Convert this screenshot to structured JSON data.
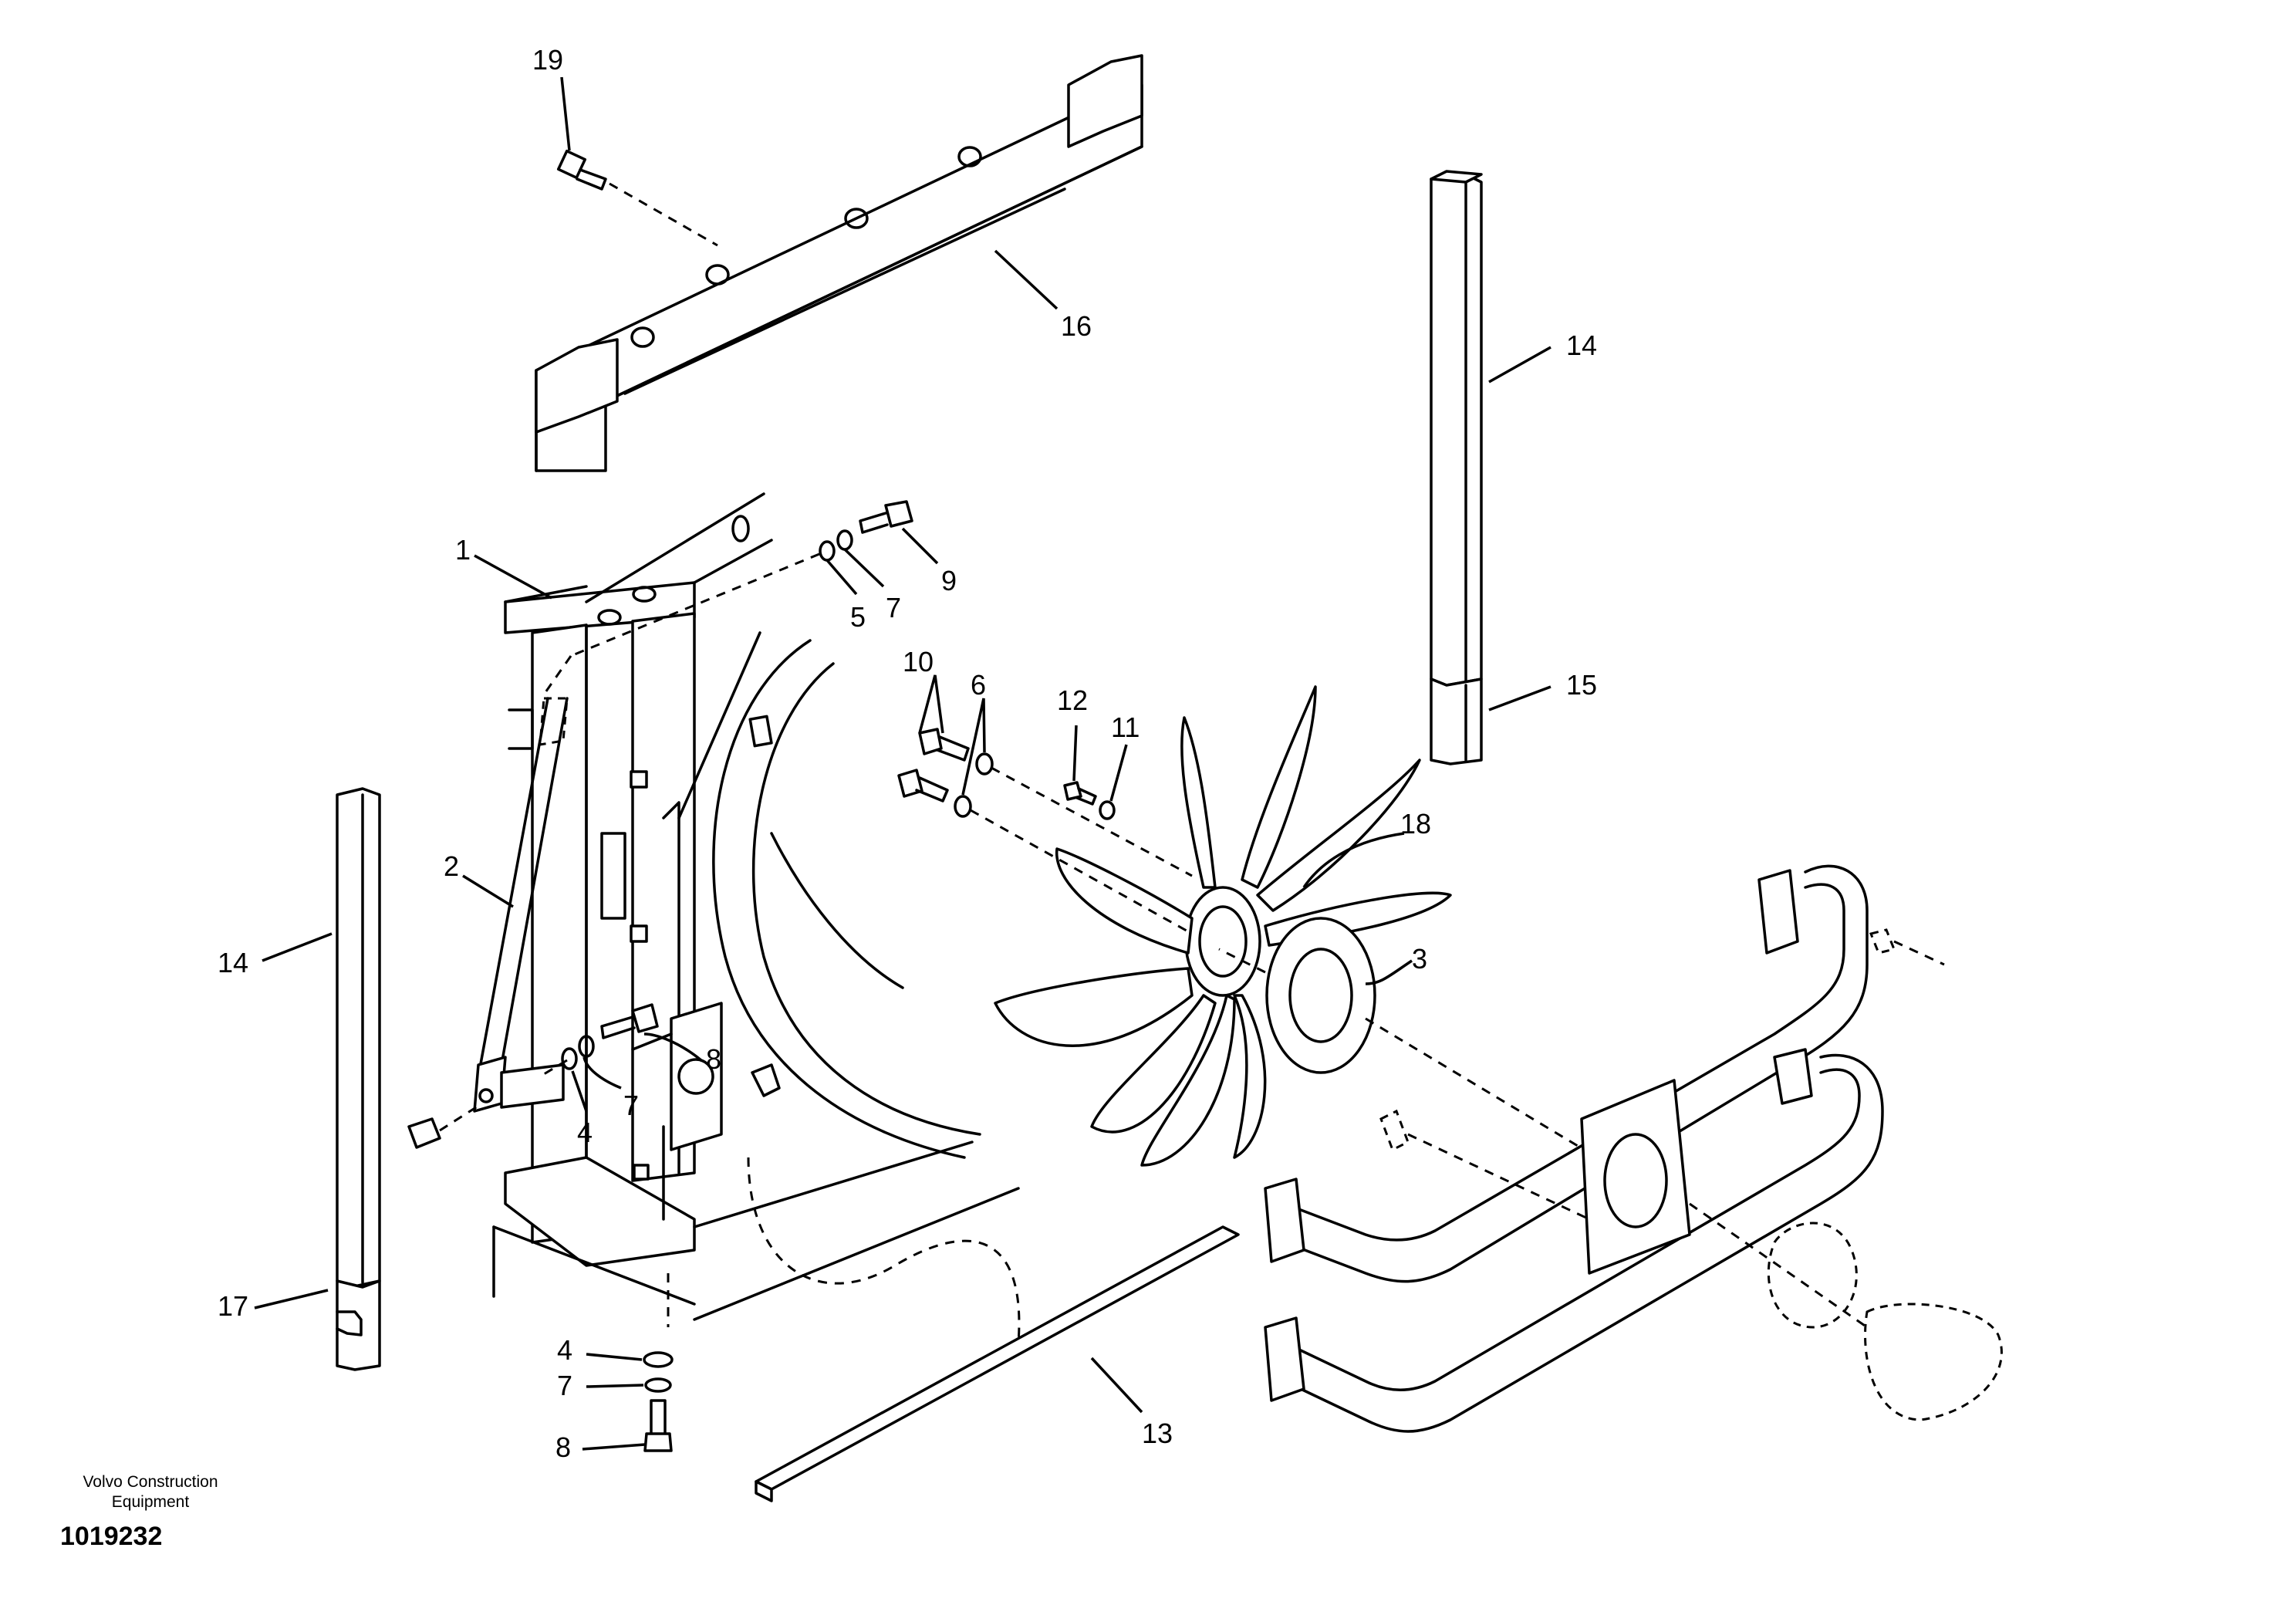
{
  "brand": {
    "line1": "Volvo Construction",
    "line2": "Equipment"
  },
  "drawing_number": "1019232",
  "callouts": [
    {
      "id": "c19",
      "label": "19"
    },
    {
      "id": "c16",
      "label": "16"
    },
    {
      "id": "c14a",
      "label": "14"
    },
    {
      "id": "c15",
      "label": "15"
    },
    {
      "id": "c1",
      "label": "1"
    },
    {
      "id": "c9",
      "label": "9"
    },
    {
      "id": "c7a",
      "label": "7"
    },
    {
      "id": "c5",
      "label": "5"
    },
    {
      "id": "c10",
      "label": "10"
    },
    {
      "id": "c6",
      "label": "6"
    },
    {
      "id": "c12",
      "label": "12"
    },
    {
      "id": "c11",
      "label": "11"
    },
    {
      "id": "c18",
      "label": "18"
    },
    {
      "id": "c2",
      "label": "2"
    },
    {
      "id": "c3",
      "label": "3"
    },
    {
      "id": "c14b",
      "label": "14"
    },
    {
      "id": "c8a",
      "label": "8"
    },
    {
      "id": "c7b",
      "label": "7"
    },
    {
      "id": "c4a",
      "label": "4"
    },
    {
      "id": "c4b",
      "label": "4"
    },
    {
      "id": "c7c",
      "label": "7"
    },
    {
      "id": "c8b",
      "label": "8"
    },
    {
      "id": "c13",
      "label": "13"
    },
    {
      "id": "c17",
      "label": "17"
    }
  ]
}
